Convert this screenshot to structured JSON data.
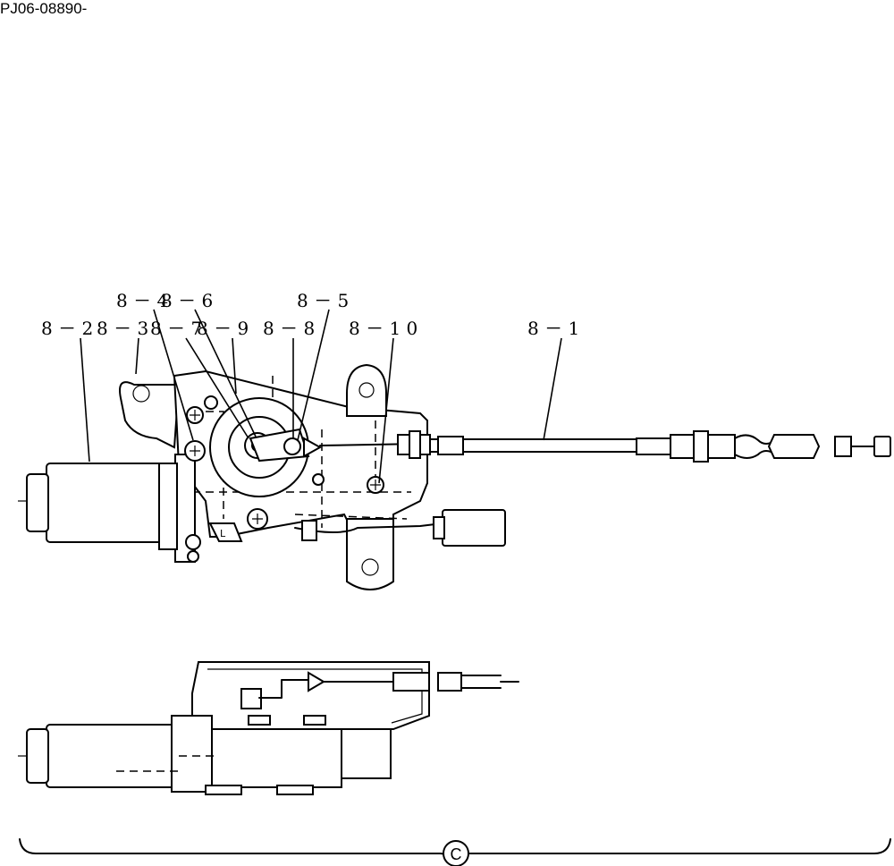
{
  "document": {
    "id": "PJ06-08890-"
  },
  "callouts": {
    "c8_1": "8 － 1",
    "c8_2": "8 － 2",
    "c8_3": "8 － 3",
    "c8_4": "8 － 4",
    "c8_5": "8 － 5",
    "c8_6": "8 － 6",
    "c8_7": "8 － 7",
    "c8_8": "8 － 8",
    "c8_9": "8 － 9",
    "c8_10": "8 － 1 0"
  },
  "marks": {
    "lever_letter": "L"
  },
  "view_label": "C"
}
